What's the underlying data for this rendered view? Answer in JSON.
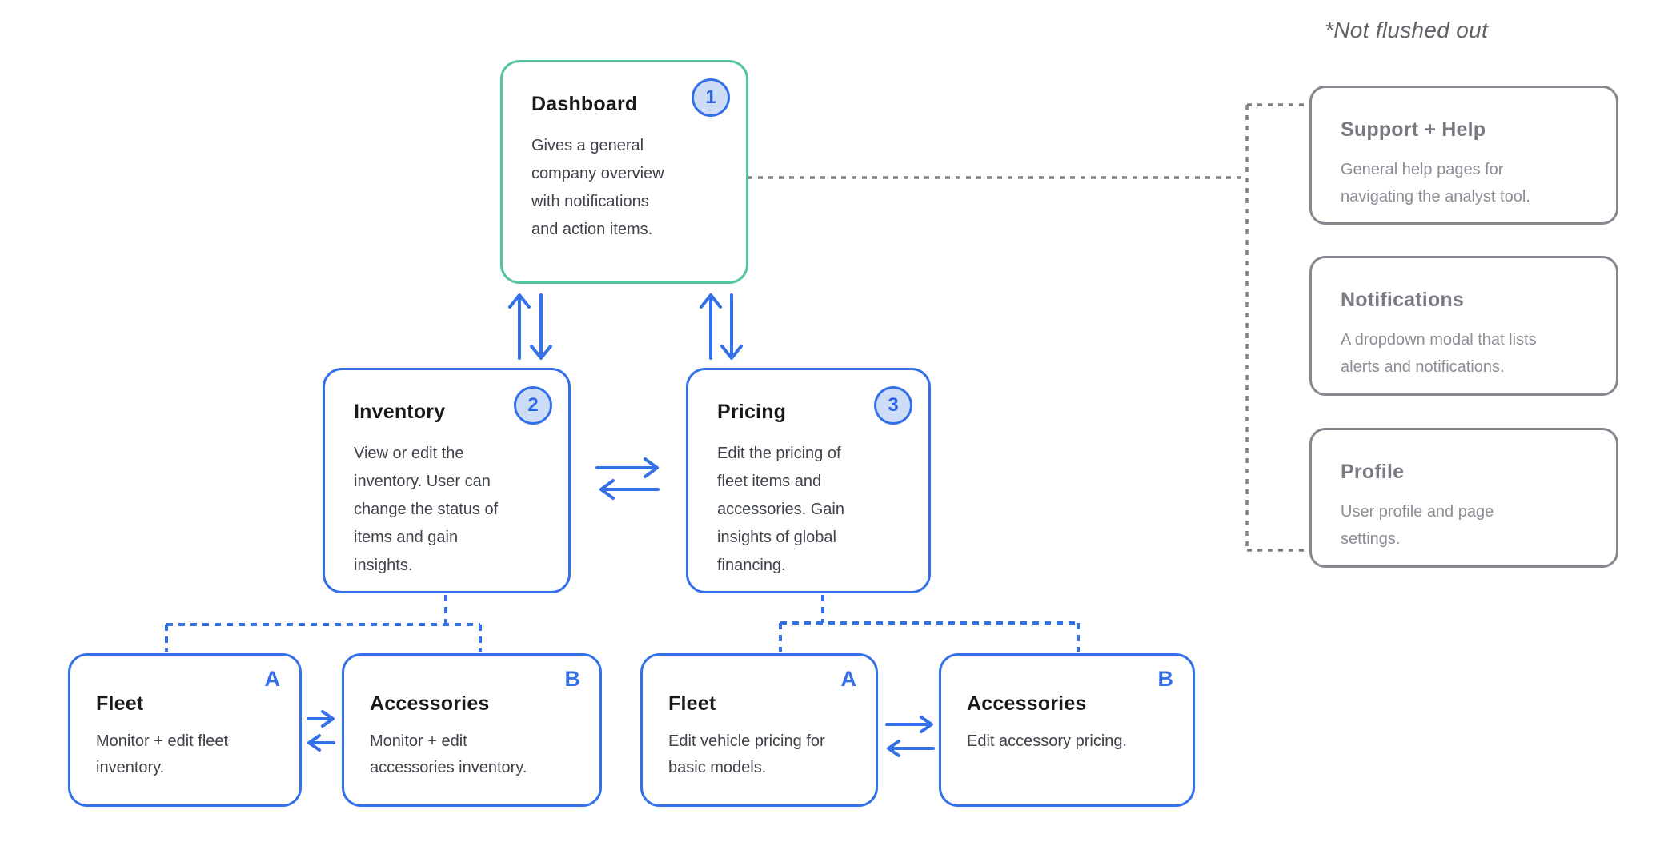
{
  "side_panel": {
    "note": "*Not flushed out",
    "items": [
      {
        "title": "Support + Help",
        "description": "General help pages for\nnavigating the analyst tool."
      },
      {
        "title": "Notifications",
        "description": "A dropdown modal that lists\nalerts and notifications."
      },
      {
        "title": "Profile",
        "description": "User profile and page\nsettings."
      }
    ]
  },
  "nodes": {
    "dashboard": {
      "badge": "1",
      "title": "Dashboard",
      "description": "Gives a general\ncompany overview\nwith notifications\nand action items."
    },
    "inventory": {
      "badge": "2",
      "title": "Inventory",
      "description": "View or edit the\ninventory. User can\nchange the status of\nitems and gain\ninsights."
    },
    "pricing": {
      "badge": "3",
      "title": "Pricing",
      "description": "Edit the pricing of\nfleet items and\naccessories. Gain\ninsights of global\nfinancing."
    },
    "inventory_fleet": {
      "badge": "A",
      "title": "Fleet",
      "description": "Monitor + edit fleet\ninventory."
    },
    "inventory_accessories": {
      "badge": "B",
      "title": "Accessories",
      "description": "Monitor + edit\naccessories inventory."
    },
    "pricing_fleet": {
      "badge": "A",
      "title": "Fleet",
      "description": "Edit vehicle pricing for\nbasic models."
    },
    "pricing_accessories": {
      "badge": "B",
      "title": "Accessories",
      "description": "Edit accessory pricing."
    }
  },
  "colors": {
    "accent_blue": "#3470e8",
    "accent_green": "#54c69b",
    "badge_fill": "#cdddf8",
    "gray_border": "#84878d",
    "gray_dotted": "#7d8186",
    "title_dark": "#17191c",
    "body_dark": "#3e434a",
    "side_title_gray": "#777b81",
    "side_body_gray": "#8a8e94"
  }
}
